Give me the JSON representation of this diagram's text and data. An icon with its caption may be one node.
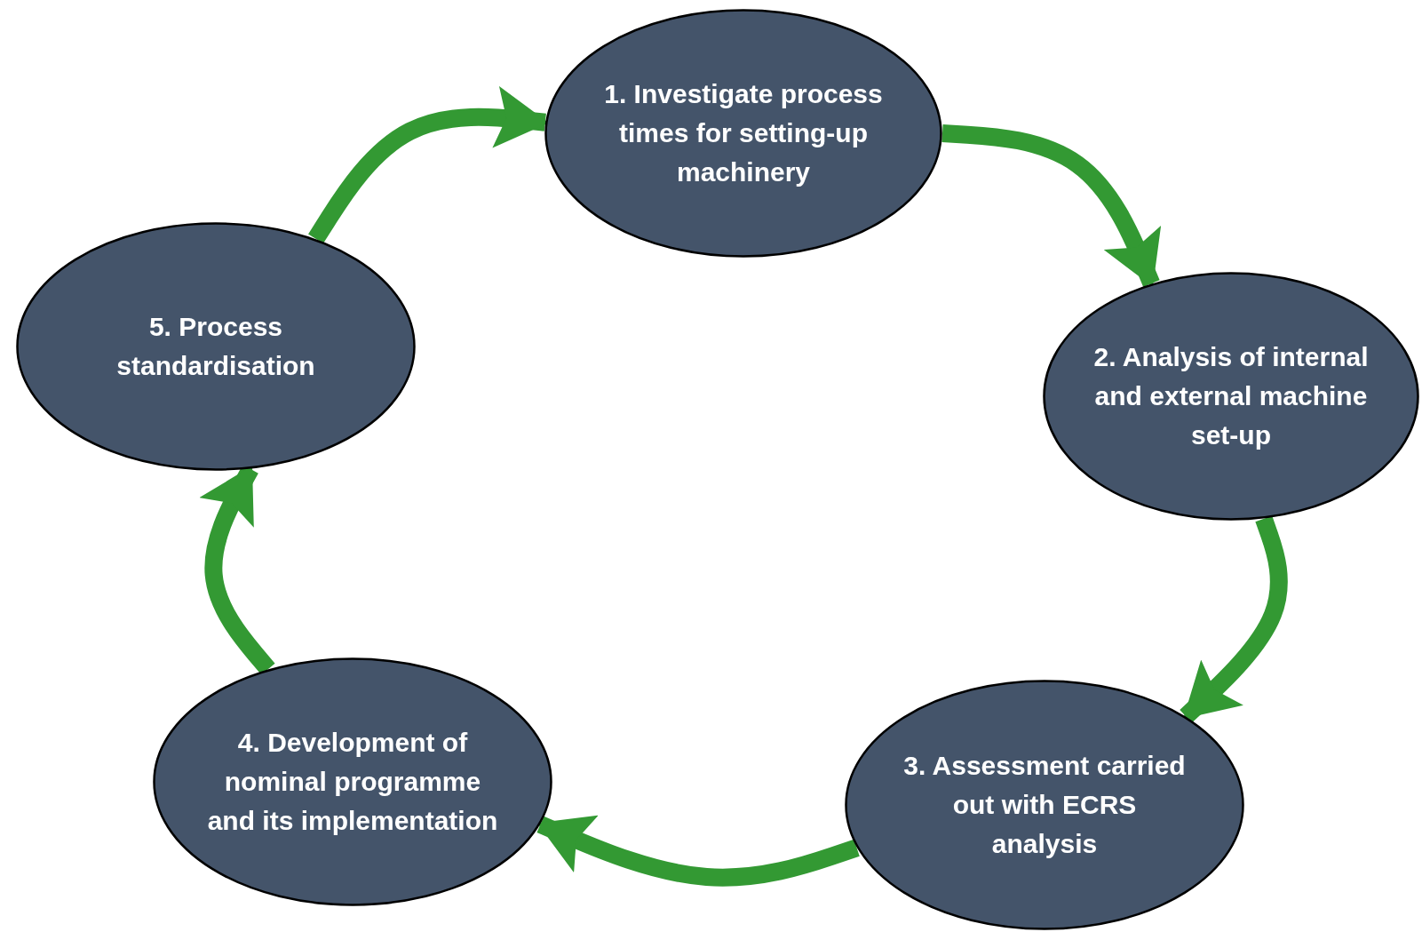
{
  "diagram": {
    "nodes": [
      {
        "text": [
          "1. Investigate process times for setting-up machinery"
        ]
      },
      {
        "text": [
          "2. Analysis of internal and external machine set-up"
        ]
      },
      {
        "text": [
          "3. Assessment carried out with ECRS analysis"
        ]
      },
      {
        "text": [
          "4. Development of nominal programme and its implementation"
        ]
      },
      {
        "text": [
          "5. Process standardisation"
        ]
      }
    ],
    "edges": [
      {
        "from": 0,
        "to": 1,
        "arrow": "to"
      },
      {
        "from": 1,
        "to": 2,
        "arrow": "to"
      },
      {
        "from": 2,
        "to": 3,
        "arrow": "to"
      },
      {
        "from": 3,
        "to": 4,
        "arrow": "to"
      },
      {
        "from": 4,
        "to": 0,
        "arrow": "to"
      }
    ]
  }
}
